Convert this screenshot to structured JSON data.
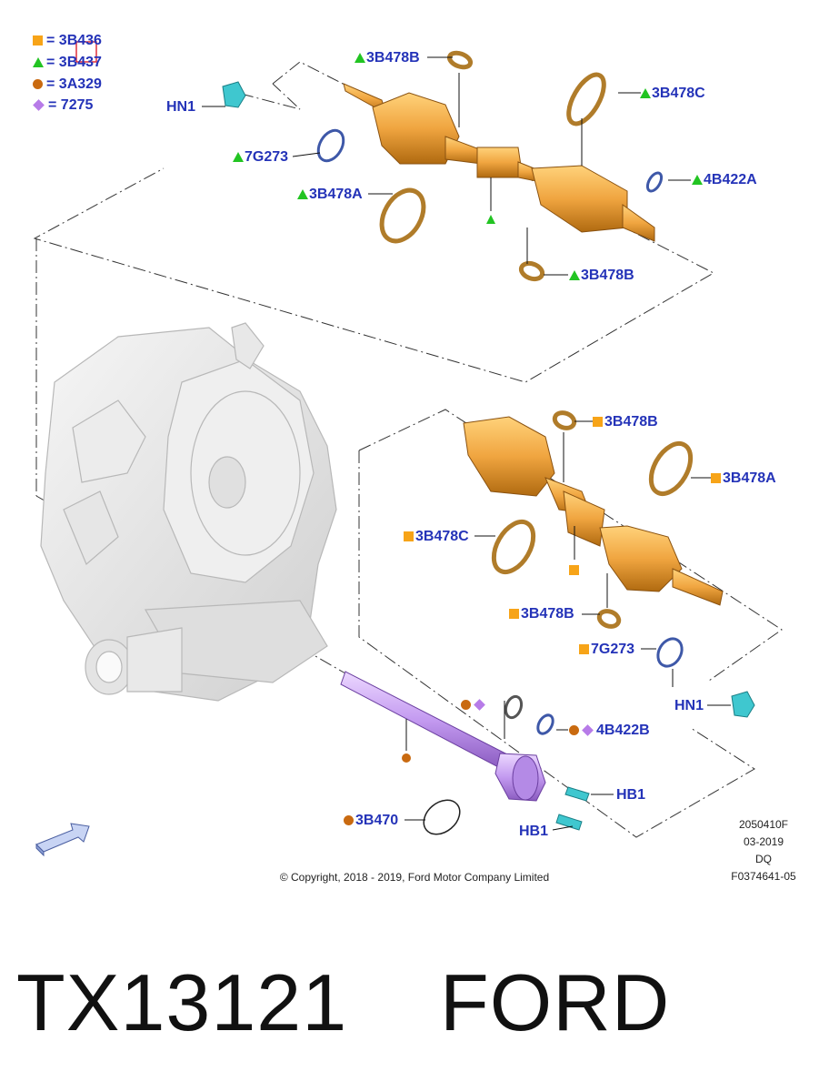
{
  "legend": [
    {
      "symbol": "square",
      "color": "#f7a418",
      "text": "= 3B436"
    },
    {
      "symbol": "triangle",
      "color": "#22c422",
      "text": "= 3B437"
    },
    {
      "symbol": "circle",
      "color": "#c96a10",
      "text": "= 3A329"
    },
    {
      "symbol": "diamond",
      "color": "#b77be8",
      "text": "= 7275"
    }
  ],
  "callouts": {
    "hn1_top": "HN1",
    "b478b_top": "3B478B",
    "b478c_top": "3B478C",
    "g273_top": "7G273",
    "b422a": "4B422A",
    "b478a_top": "3B478A",
    "b478b_top2": "3B478B",
    "b478b_mid": "3B478B",
    "b478a_mid": "3B478A",
    "b478c_mid": "3B478C",
    "b478b_low": "3B478B",
    "g273_low": "7G273",
    "hn1_low": "HN1",
    "b422b": "4B422B",
    "hb1_a": "HB1",
    "hb1_b": "HB1",
    "b470": "3B470"
  },
  "meta": {
    "code": "2050410F",
    "date": "03-2019",
    "initials": "DQ",
    "ref": "F0374641-05"
  },
  "copyright": "© Copyright, 2018 - 2019, Ford Motor Company Limited",
  "caption": "TX13121    FORD",
  "colors": {
    "label": "#2433b8",
    "orange_part": "#f0a540",
    "purple_part": "#c39af0",
    "cyan_part": "#3fc7cf",
    "housing": "#e6e6e6"
  },
  "icons": [
    "selection-box-icon",
    "arrow-3d-icon"
  ]
}
